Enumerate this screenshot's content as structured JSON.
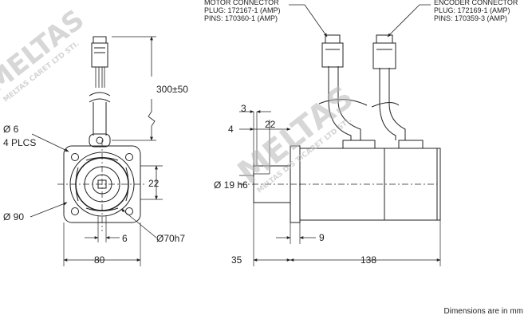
{
  "front_view": {
    "dim_cable": "300±50",
    "dim_hole": "Ø 6",
    "dim_hole_count": "4 PLCS",
    "dim_flange_22": "22",
    "dim_bolt_circle": "Ø 90",
    "dim_6": "6",
    "dim_pilot": "Ø70h7",
    "dim_width": "80"
  },
  "side_view": {
    "motor_connector_title": "MOTOR CONNECTOR",
    "motor_plug": "PLUG: 172167-1 (AMP)",
    "motor_pins": "PINS: 170360-1 (AMP)",
    "encoder_connector_title": "ENCODER CONNECTOR",
    "encoder_plug": "PLUG: 172169-1 (AMP)",
    "encoder_pins": "PINS: 170359-3 (AMP)",
    "dim_3": "3",
    "dim_4": "4",
    "dim_22": "22",
    "dim_shaft": "Ø 19 h6",
    "dim_9": "9",
    "dim_35": "35",
    "dim_138": "138"
  },
  "watermark": {
    "left_logo": "MELTAS",
    "left_sub": "MELTAS CARET LTD STI.",
    "right_logo": "MELTAS",
    "right_sub": "MELTAS DIS TICARET LTD STI."
  },
  "footer_note": "Dimensions are in mm"
}
